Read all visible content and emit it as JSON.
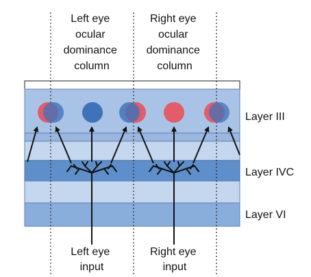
{
  "column_labels": {
    "left": [
      "Left eye",
      "ocular",
      "dominance",
      "column"
    ],
    "right": [
      "Right eye",
      "ocular",
      "dominance",
      "column"
    ]
  },
  "layer_labels": {
    "layer_iii": "Layer III",
    "layer_ivc": "Layer IVC",
    "layer_vi": "Layer VI"
  },
  "input_labels": {
    "left": [
      "Left eye",
      "input"
    ],
    "right": [
      "Right eye",
      "input"
    ]
  },
  "colors": {
    "layer_top_white": "#ffffff",
    "layer_light": "#a9c3e6",
    "layer_mid": "#9bb6df",
    "layer_ivc": "#5f8fca",
    "layer_band_light": "#c4d7ef",
    "layer_vi": "#8aaedc",
    "left_eye_cell": "#3f72b8",
    "right_eye_cell": "#e35c6a",
    "overlap_cell": "#6e5ea8",
    "lines": "#111111"
  }
}
